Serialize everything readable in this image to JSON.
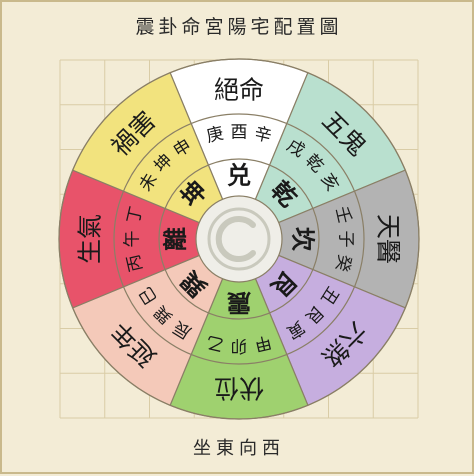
{
  "title": "震卦命宮陽宅配置圖",
  "footer": "坐東向西",
  "colors": {
    "background": "#f3ecd6",
    "line": "#8a7f66",
    "white": "#ffffff",
    "mint": "#b9e0cf",
    "gray": "#b3b3b3",
    "purple": "#c6aedf",
    "green": "#9fd16f",
    "pink": "#f4c9b9",
    "red": "#e8536a",
    "yellow": "#f2e37e"
  },
  "sectors": [
    {
      "direction": "西",
      "color": "white",
      "star": "絕命",
      "mountains": [
        "庚",
        "酉",
        "辛"
      ],
      "gua": "兑"
    },
    {
      "direction": "西北",
      "color": "mint",
      "star": "五鬼",
      "mountains": [
        "戌",
        "乾",
        "亥"
      ],
      "gua": "乾"
    },
    {
      "direction": "北",
      "color": "gray",
      "star": "天醫",
      "mountains": [
        "壬",
        "子",
        "癸"
      ],
      "gua": "坎"
    },
    {
      "direction": "東北",
      "color": "purple",
      "star": "六煞",
      "mountains": [
        "丑",
        "艮",
        "寅"
      ],
      "gua": "艮"
    },
    {
      "direction": "東",
      "color": "green",
      "star": "伏位",
      "mountains": [
        "甲",
        "卯",
        "乙"
      ],
      "gua": "震"
    },
    {
      "direction": "東南",
      "color": "pink",
      "star": "延年",
      "mountains": [
        "辰",
        "巽",
        "巳"
      ],
      "gua": "巽"
    },
    {
      "direction": "南",
      "color": "red",
      "star": "生氣",
      "mountains": [
        "丙",
        "午",
        "丁"
      ],
      "gua": "離"
    },
    {
      "direction": "西南",
      "color": "yellow",
      "star": "禍害",
      "mountains": [
        "未",
        "坤",
        "申"
      ],
      "gua": "坤"
    }
  ]
}
